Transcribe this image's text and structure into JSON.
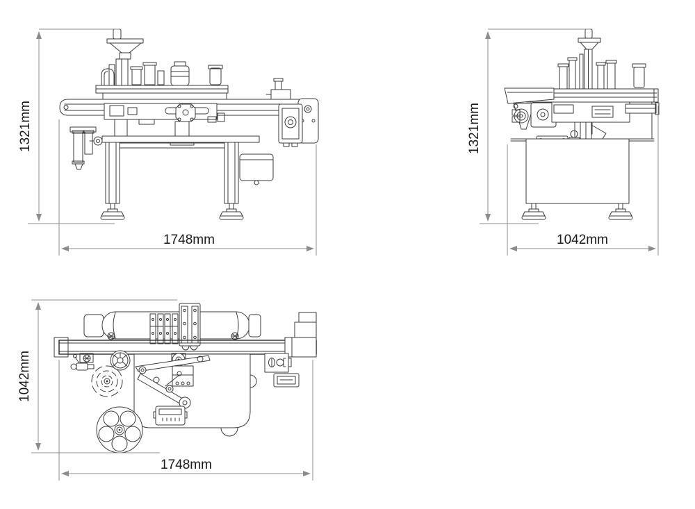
{
  "drawing": {
    "type": "engineering-orthographic-views",
    "unit": "mm",
    "colors": {
      "line": "#3a3a3a",
      "dim": "#8c8c8c",
      "text": "#1a1a1a",
      "bg": "#ffffff"
    },
    "views": [
      {
        "id": "front",
        "name": "front-elevation",
        "height_dim": "1321mm",
        "width_dim": "1748mm"
      },
      {
        "id": "side",
        "name": "side-elevation",
        "height_dim": "1321mm",
        "width_dim": "1042mm"
      },
      {
        "id": "top",
        "name": "plan-view",
        "depth_dim": "1042mm",
        "width_dim": "1748mm"
      }
    ]
  }
}
